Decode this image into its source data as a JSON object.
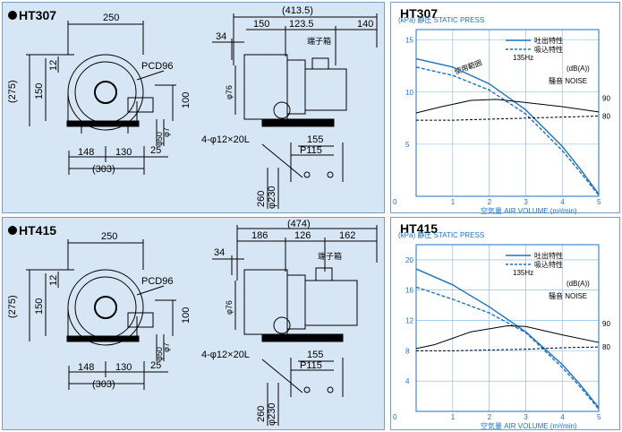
{
  "ht307": {
    "title": "HT307",
    "dims": {
      "top_total": "(413.5)",
      "d150": "150",
      "d123": "123.5",
      "d140": "140",
      "d250": "250",
      "d34": "34",
      "pcd": "PCD96",
      "box": "端子箱",
      "h275": "(275)",
      "h150": "150",
      "h12": "12",
      "h100": "100",
      "phi76": "φ76",
      "phi50": "φ50",
      "phi7": "φ7",
      "b148": "148",
      "b130": "130",
      "b25": "25",
      "b303": "(303)",
      "hole": "4-φ12×20L",
      "w155": "155",
      "p115": "P115",
      "h260": "260",
      "phi230": "φ230"
    }
  },
  "ht415": {
    "title": "HT415",
    "dims": {
      "top_total": "(474)",
      "d186": "186",
      "d126": "126",
      "d162": "162",
      "d250": "250",
      "d34": "34",
      "pcd": "PCD96",
      "box": "端子箱",
      "h275": "(275)",
      "h150": "150",
      "h12": "12",
      "h100": "100",
      "phi76": "φ76",
      "phi50": "φ50",
      "phi7": "φ7",
      "b148": "148",
      "b130": "130",
      "b25": "25",
      "b303": "(303)",
      "hole": "4-φ12×20L",
      "w155": "155",
      "p115": "P115",
      "h260": "260",
      "phi230": "φ230"
    }
  },
  "chart_data": [
    {
      "type": "line",
      "title": "HT307",
      "ylabel": "(kPa) 静圧 STATIC PRESS",
      "xlabel": "空気量 AIR VOLUME (m³/min)",
      "legend": [
        "吐出特性",
        "吸込特性"
      ],
      "freq": "135Hz",
      "noise_unit": "(dB(A))",
      "noise_label": "騒音 NOISE",
      "range_label": "使用範囲",
      "xlim": [
        0,
        5
      ],
      "ylim": [
        0,
        16
      ],
      "xticks": [
        "1",
        "2",
        "3",
        "4",
        "5"
      ],
      "yticks": [
        "5",
        "10",
        "15"
      ],
      "noise_ticks": [
        "90",
        "80"
      ],
      "series": [
        {
          "name": "吐出特性",
          "style": "solid",
          "x": [
            0,
            1,
            2,
            3,
            4,
            4.5,
            5
          ],
          "y": [
            13.2,
            12.4,
            10.8,
            8.3,
            4.8,
            2.6,
            0.2
          ]
        },
        {
          "name": "吸込特性",
          "style": "dashed",
          "x": [
            0,
            1,
            2,
            3,
            4,
            4.5,
            5
          ],
          "y": [
            12.4,
            11.6,
            10.2,
            7.9,
            4.4,
            2.3,
            0.1
          ]
        },
        {
          "name": "noise",
          "style": "solid-black",
          "x": [
            0,
            0.7,
            1.5,
            2.2,
            3,
            4,
            5
          ],
          "y": [
            8.0,
            8.6,
            9.2,
            9.3,
            9.0,
            8.6,
            8.1
          ]
        },
        {
          "name": "noise-suction",
          "style": "dashed-black",
          "x": [
            0,
            1,
            2,
            3,
            4,
            5
          ],
          "y": [
            7.3,
            7.3,
            7.4,
            7.5,
            7.6,
            7.7
          ]
        }
      ]
    },
    {
      "type": "line",
      "title": "HT415",
      "ylabel": "(kPa) 静圧 STATIC PRESS",
      "xlabel": "空気量 AIR VOLUME (m³/min)",
      "legend": [
        "吐出特性",
        "吸込特性"
      ],
      "freq": "135Hz",
      "noise_unit": "(dB(A))",
      "noise_label": "騒音 NOISE",
      "xlim": [
        0,
        5
      ],
      "ylim": [
        0,
        22
      ],
      "xticks": [
        "1",
        "2",
        "3",
        "4",
        "5"
      ],
      "yticks": [
        "4",
        "8",
        "12",
        "16",
        "20"
      ],
      "noise_ticks": [
        "90",
        "80"
      ],
      "series": [
        {
          "name": "吐出特性",
          "style": "solid",
          "x": [
            0,
            1,
            2,
            3,
            4,
            4.5,
            5
          ],
          "y": [
            18.8,
            16.7,
            13.8,
            10.5,
            6.2,
            3.5,
            0.5
          ]
        },
        {
          "name": "吸込特性",
          "style": "dashed",
          "x": [
            0,
            1,
            2,
            3,
            4,
            4.5,
            5
          ],
          "y": [
            16.4,
            14.8,
            13.0,
            10.4,
            5.8,
            3.2,
            0.3
          ]
        },
        {
          "name": "noise",
          "style": "solid-black",
          "x": [
            0,
            0.5,
            1.5,
            2.5,
            3,
            4,
            5
          ],
          "y": [
            8.3,
            8.8,
            10.5,
            11.3,
            11.2,
            10.1,
            9.1
          ]
        },
        {
          "name": "noise-suction",
          "style": "dashed-black",
          "x": [
            0,
            1,
            2,
            3,
            4,
            5
          ],
          "y": [
            8.0,
            8.0,
            8.1,
            8.2,
            8.4,
            8.5
          ]
        }
      ]
    }
  ]
}
